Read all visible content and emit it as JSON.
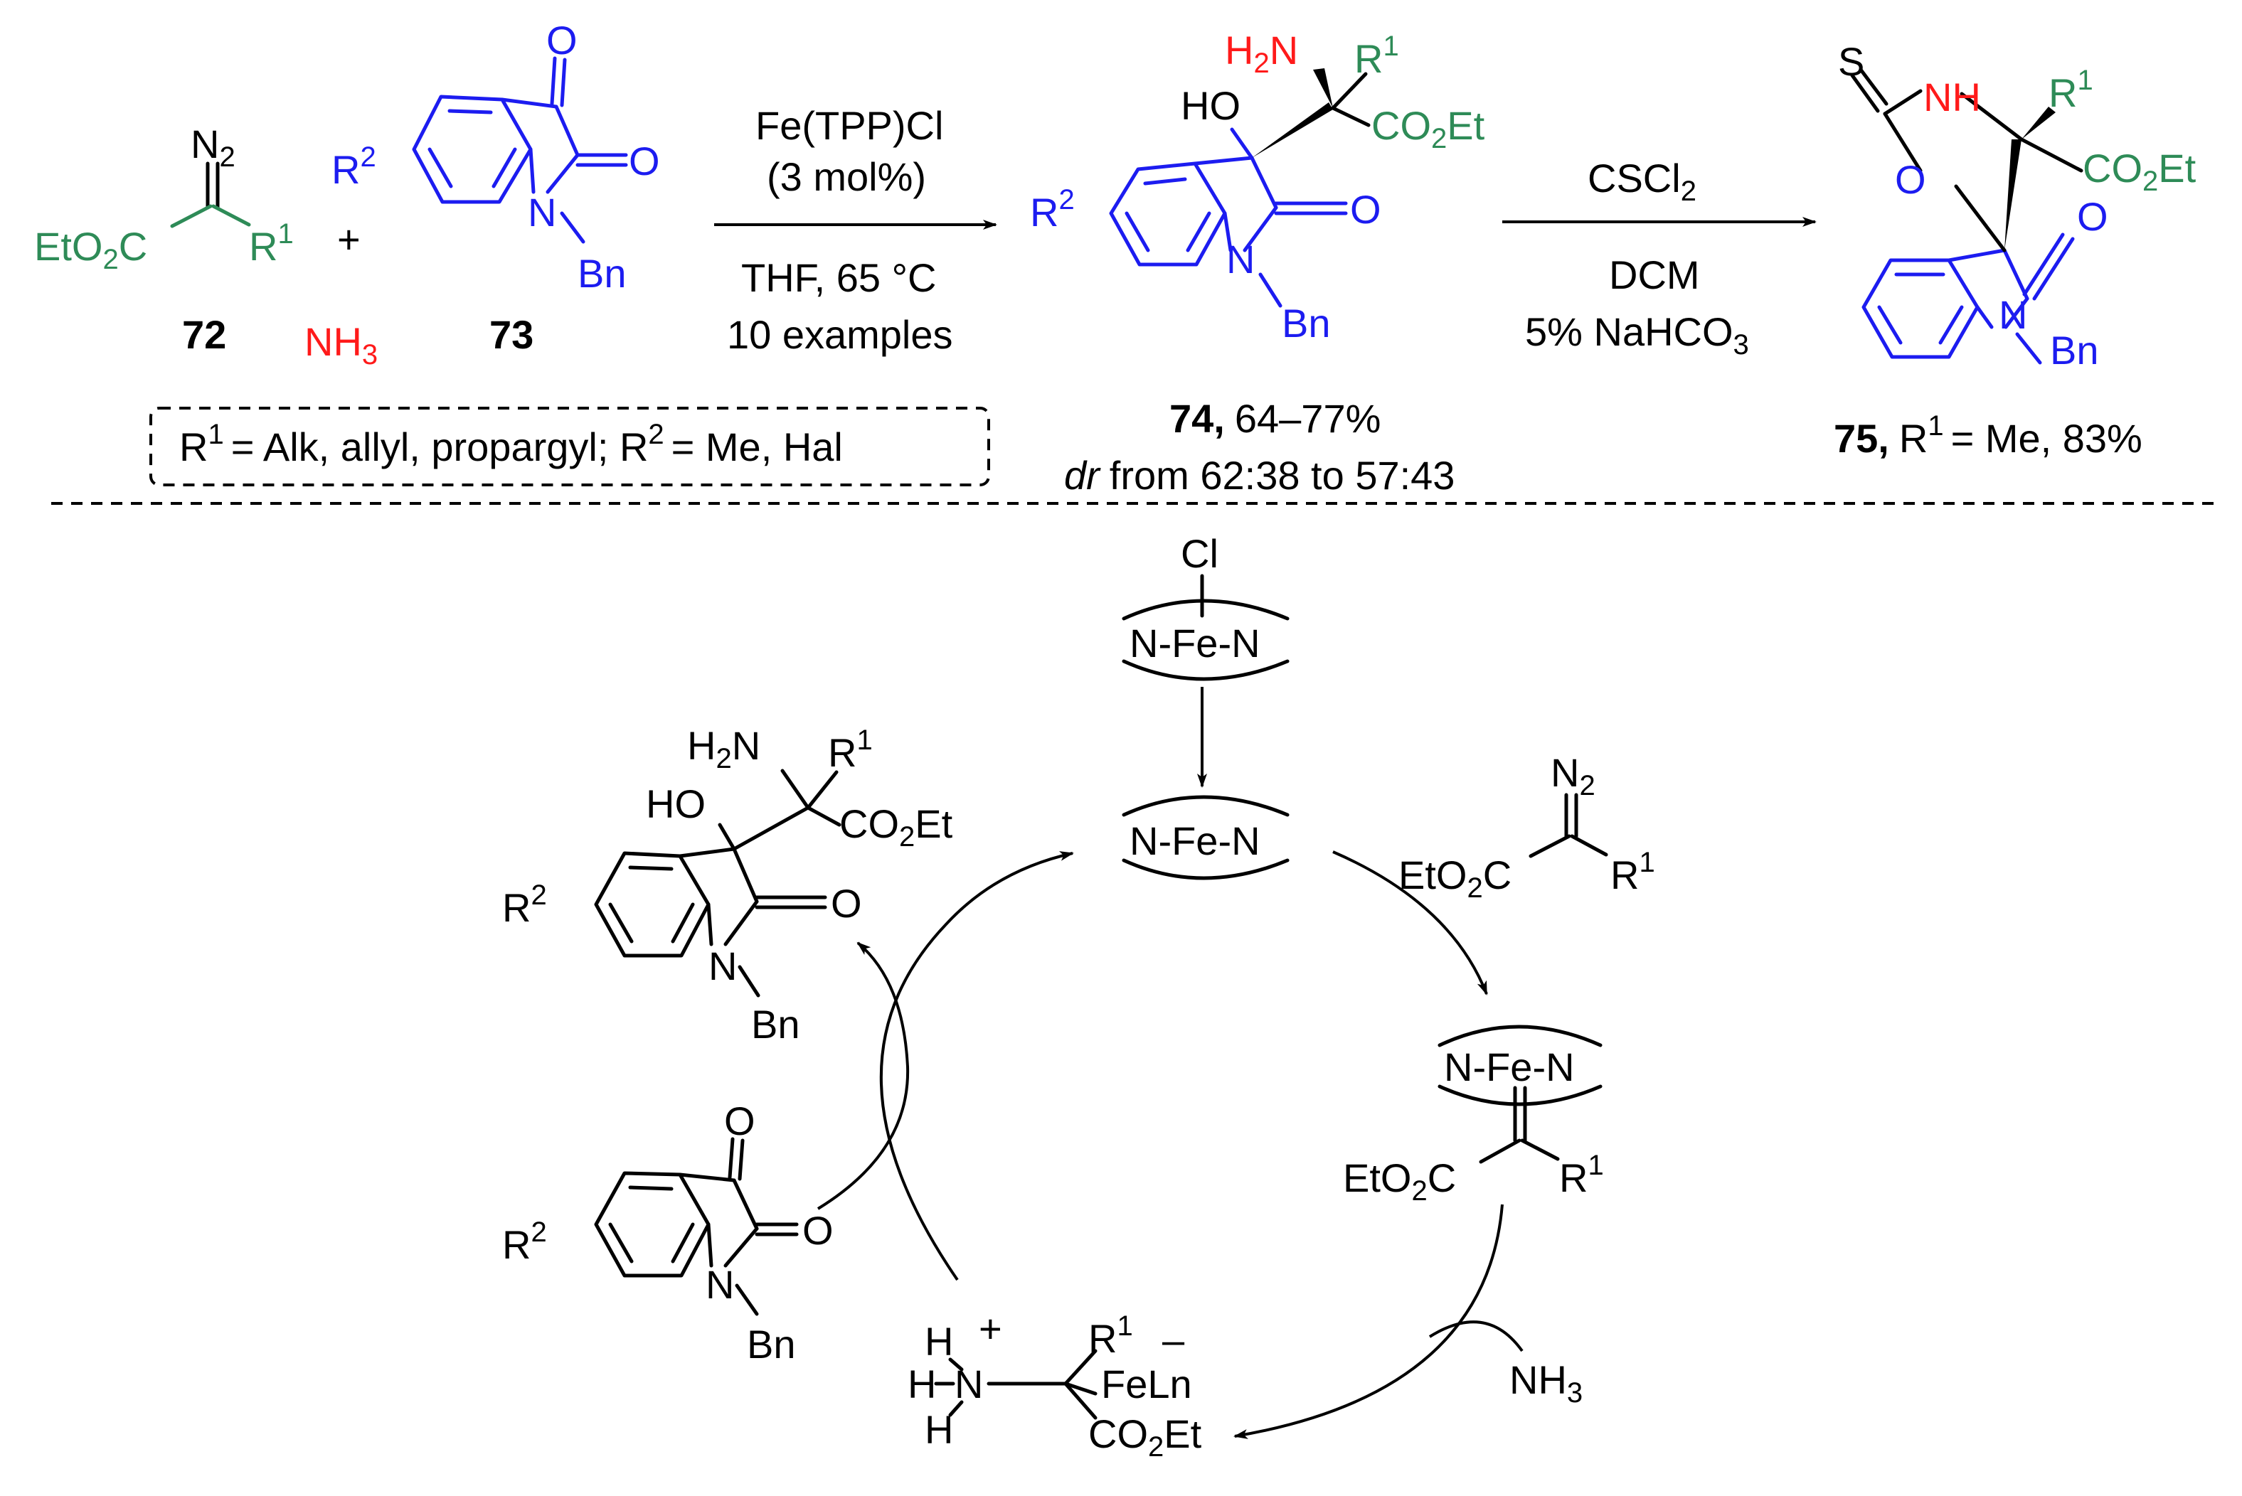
{
  "reaction": {
    "diazo": {
      "n2": "N",
      "n2_sub": "2",
      "ester": "EtO",
      "ester_sub": "2",
      "ester_c": "C",
      "r": "R",
      "r_sup": "1",
      "number": "72"
    },
    "plus": "+",
    "ammonia": {
      "text": "NH",
      "sub": "3"
    },
    "isatin": {
      "o_top": "O",
      "o_right": "O",
      "n": "N",
      "bn": "Bn",
      "r": "R",
      "r_sup": "2",
      "number": "73"
    },
    "step1": {
      "catalyst": "Fe(TPP)Cl",
      "loading": "(3 mol%)",
      "solvent": "THF, 65 °C",
      "scope": "10 examples"
    },
    "product74": {
      "nh2": "H",
      "nh2_sub": "2",
      "nh2_n": "N",
      "ho": "HO",
      "r": "R",
      "r_sup": "1",
      "ester": "CO",
      "ester_sub": "2",
      "ester_et": "Et",
      "o": "O",
      "n": "N",
      "bn": "Bn",
      "r2": "R",
      "r2_sup": "2",
      "number": "74,",
      "yield": "64–77%",
      "dr_label": "dr",
      "dr_text": "from 62:38 to 57:43"
    },
    "step2": {
      "reagent": "CSCl",
      "reagent_sub": "2",
      "solvent": "DCM",
      "base": "5% NaHCO",
      "base_sub": "3"
    },
    "product75": {
      "s": "S",
      "nh": "NH",
      "o_ring": "O",
      "r": "R",
      "r_sup": "1",
      "ester": "CO",
      "ester_sub": "2",
      "ester_et": "Et",
      "o": "O",
      "n": "N",
      "bn": "Bn",
      "number": "75,",
      "desc_r": "R",
      "desc_sup": "1",
      "desc": "= Me, 83%"
    },
    "legend": {
      "r1": "R",
      "r1_sup": "1",
      "r1_text": "= Alk, allyl, propargyl; R",
      "r2_sup": "2",
      "r2_text": "= Me, Hal"
    }
  },
  "cycle": {
    "precatalyst": {
      "cl": "Cl",
      "core": "N-Fe-N"
    },
    "catalyst": {
      "core": "N-Fe-N"
    },
    "diazo": {
      "n2": "N",
      "n2_sub": "2",
      "ester": "EtO",
      "ester_sub": "2",
      "ester_c": "C",
      "r": "R",
      "r_sup": "1"
    },
    "carbene": {
      "core": "N-Fe-N",
      "ester": "EtO",
      "ester_sub": "2",
      "ester_c": "C",
      "r": "R",
      "r_sup": "1"
    },
    "ammonia": {
      "text": "NH",
      "sub": "3"
    },
    "ylide": {
      "h1": "H",
      "plus": "+",
      "h2": "H",
      "n": "N",
      "h3": "H",
      "r": "R",
      "r_sup": "1",
      "minus": "–",
      "feln": "FeLn",
      "ester": "CO",
      "ester_sub": "2",
      "ester_et": "Et"
    },
    "isatin": {
      "o_top": "O",
      "o_right": "O",
      "n": "N",
      "bn": "Bn",
      "r": "R",
      "r_sup": "2"
    },
    "product": {
      "nh2": "H",
      "nh2_sub": "2",
      "nh2_n": "N",
      "ho": "HO",
      "r": "R",
      "r_sup": "1",
      "ester": "CO",
      "ester_sub": "2",
      "ester_et": "Et",
      "o": "O",
      "n": "N",
      "bn": "Bn",
      "r2": "R",
      "r2_sup": "2"
    }
  }
}
